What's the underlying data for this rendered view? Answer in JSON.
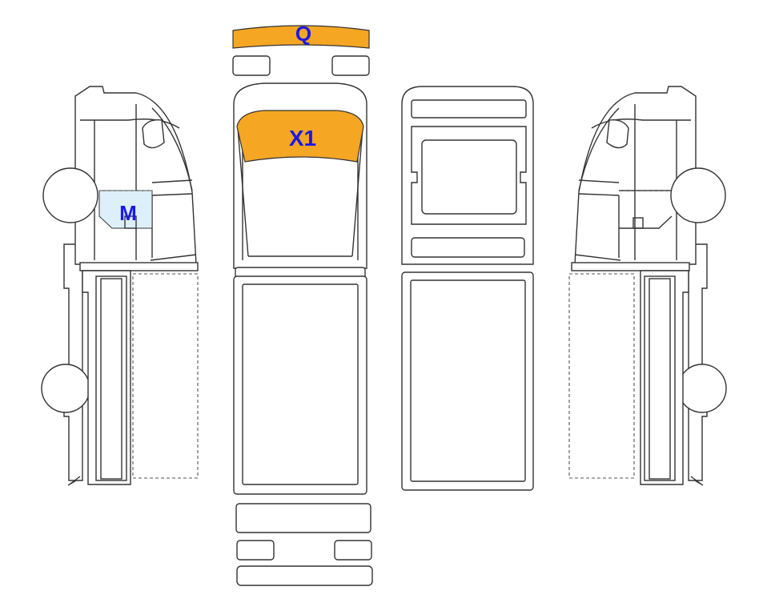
{
  "labels": {
    "windshield": "X1",
    "visor": "Q",
    "side_window": "M"
  },
  "colors": {
    "highlight_orange": "#F5A623",
    "highlight_blue": "#DDF0FA",
    "label_text": "#1A1AE6",
    "outline": "#333333"
  }
}
